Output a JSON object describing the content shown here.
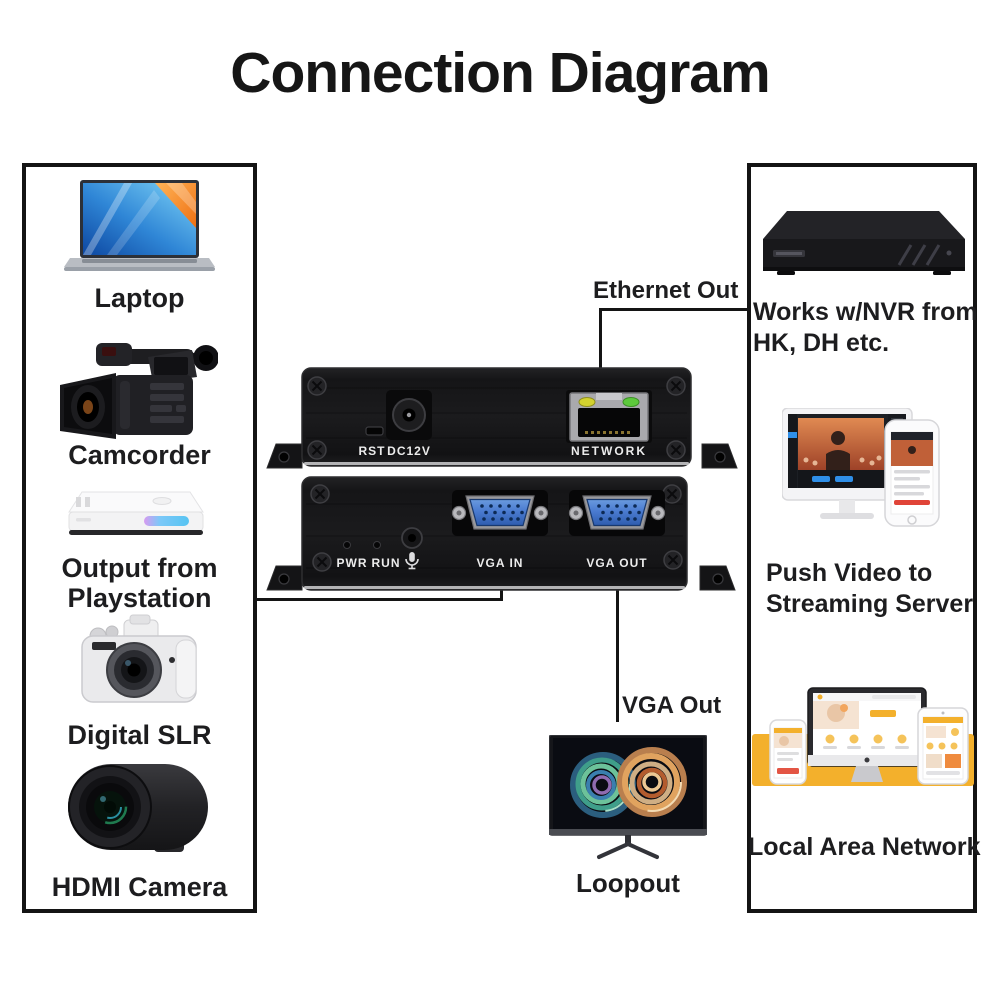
{
  "title": "Connection Diagram",
  "left_panel": {
    "items": [
      {
        "label": "Laptop",
        "icon": "laptop-image"
      },
      {
        "label": "Camcorder",
        "icon": "camcorder-image"
      },
      {
        "label_line1": "Output from",
        "label_line2": "Playstation",
        "icon": "playstation-console-image"
      },
      {
        "label": "Digital SLR",
        "icon": "dslr-camera-image"
      },
      {
        "label": "HDMI Camera",
        "icon": "hdmi-camera-image"
      }
    ]
  },
  "device": {
    "rear": {
      "rst_label": "RST",
      "power_label": "DC12V",
      "network_label": "NETWORK"
    },
    "front": {
      "pwr_label": "PWR",
      "run_label": "RUN",
      "vga_in_label": "VGA IN",
      "vga_out_label": "VGA OUT"
    }
  },
  "connections": {
    "ethernet_out_label": "Ethernet Out",
    "vga_out_label": "VGA Out",
    "loopout_label": "Loopout"
  },
  "right_panel": {
    "nvr_caption_line1": "Works w/NVR from",
    "nvr_caption_line2": "HK, DH etc.",
    "streaming_caption_line1": "Push Video to",
    "streaming_caption_line2": "Streaming Server",
    "lan_caption": "Local Area Network"
  },
  "colors": {
    "line": "#141414",
    "text": "#1d1d1f",
    "device_body": "#161616",
    "vga_blue": "#4a7bd0",
    "led_yellow": "#d3d22f",
    "led_green": "#5dc93c",
    "accent_yellow": "#f3b02c"
  }
}
